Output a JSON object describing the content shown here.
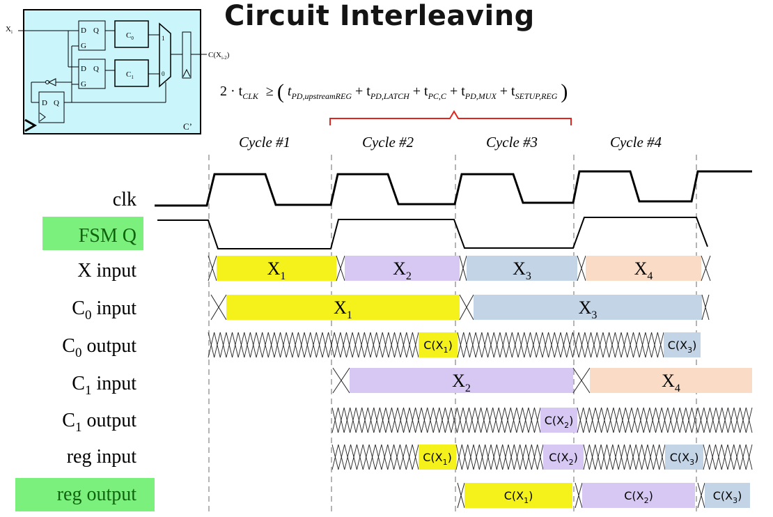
{
  "title": "Circuit Interleaving",
  "equation": {
    "lhs": "2 · t",
    "lhs_sub": "CLK",
    "geq": "≥",
    "terms": [
      {
        "sub": "PD,upstreamREG"
      },
      {
        "sub": "PD,LATCH"
      },
      {
        "sub": "PC,C"
      },
      {
        "sub": "PD,MUX"
      },
      {
        "sub": "SETUP,REG"
      }
    ]
  },
  "schematic": {
    "input": "X",
    "input_sub": "i",
    "latch_d": "D",
    "latch_q": "Q",
    "latch_g": "G",
    "c0": "C",
    "c0_sub": "0",
    "c1": "C",
    "c1_sub": "1",
    "mux_in1": "1",
    "mux_in0": "0",
    "output": "C(X",
    "output_sub": "i-2",
    "output_close": ")",
    "ff_d": "D",
    "ff_q": "Q",
    "caption": "C’"
  },
  "cycles": [
    "Cycle #1",
    "Cycle #2",
    "Cycle #3",
    "Cycle #4"
  ],
  "signals": [
    {
      "id": "clk",
      "label": "clk",
      "highlight": false
    },
    {
      "id": "fsmq",
      "label": "FSM Q",
      "highlight": true
    },
    {
      "id": "xin",
      "label": "X input",
      "highlight": false
    },
    {
      "id": "c0in",
      "label": "C",
      "sub": "0",
      "suffix": " input",
      "highlight": false
    },
    {
      "id": "c0out",
      "label": "C",
      "sub": "0",
      "suffix": " output",
      "highlight": false
    },
    {
      "id": "c1in",
      "label": "C",
      "sub": "1",
      "suffix": " input",
      "highlight": false
    },
    {
      "id": "c1out",
      "label": "C",
      "sub": "1",
      "suffix": " output",
      "highlight": false
    },
    {
      "id": "regin",
      "label": "reg input",
      "highlight": false
    },
    {
      "id": "regout",
      "label": "reg output",
      "highlight": true
    }
  ],
  "values": {
    "x1": {
      "main": "X",
      "sub": "1"
    },
    "x2": {
      "main": "X",
      "sub": "2"
    },
    "x3": {
      "main": "X",
      "sub": "3"
    },
    "x4": {
      "main": "X",
      "sub": "4"
    },
    "cx1": {
      "main": "C(X",
      "sub": "1",
      "close": ")"
    },
    "cx2": {
      "main": "C(X",
      "sub": "2",
      "close": ")"
    },
    "cx3": {
      "main": "C(X",
      "sub": "3",
      "close": ")"
    }
  },
  "colors": {
    "x1": "#f5f21b",
    "x2": "#d6c8f3",
    "x3": "#c3d4e6",
    "x4": "#fadcc6",
    "highlight": "#7cf07c",
    "highlight_text": "#106410",
    "schematic_bg": "#c9f5fb",
    "bracket": "#e2241e",
    "gridline": "#b4b4b4"
  }
}
